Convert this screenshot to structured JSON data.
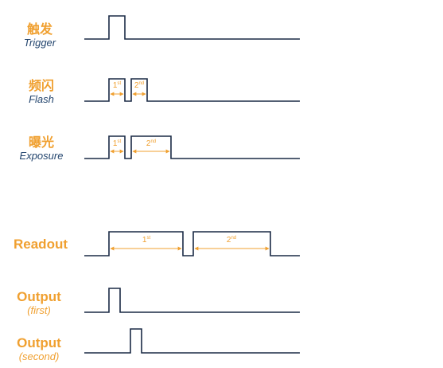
{
  "labels": {
    "trigger": {
      "zh": "触发",
      "en": "Trigger"
    },
    "flash": {
      "zh": "频闪",
      "en": "Flash"
    },
    "exposure": {
      "zh": "曝光",
      "en": "Exposure"
    },
    "readout": {
      "en": "Readout"
    },
    "output_first": {
      "en": "Output",
      "sub": "(first)"
    },
    "output_second": {
      "en": "Output",
      "sub": "(second)"
    }
  },
  "annotations": {
    "first": "1",
    "first_sup": "st",
    "second": "2",
    "second_sup": "nd"
  },
  "colors": {
    "signal_line": "#1a2a45",
    "arrow": "#f0a030",
    "label_orange": "#f0a030",
    "label_navy": "#23456e"
  }
}
